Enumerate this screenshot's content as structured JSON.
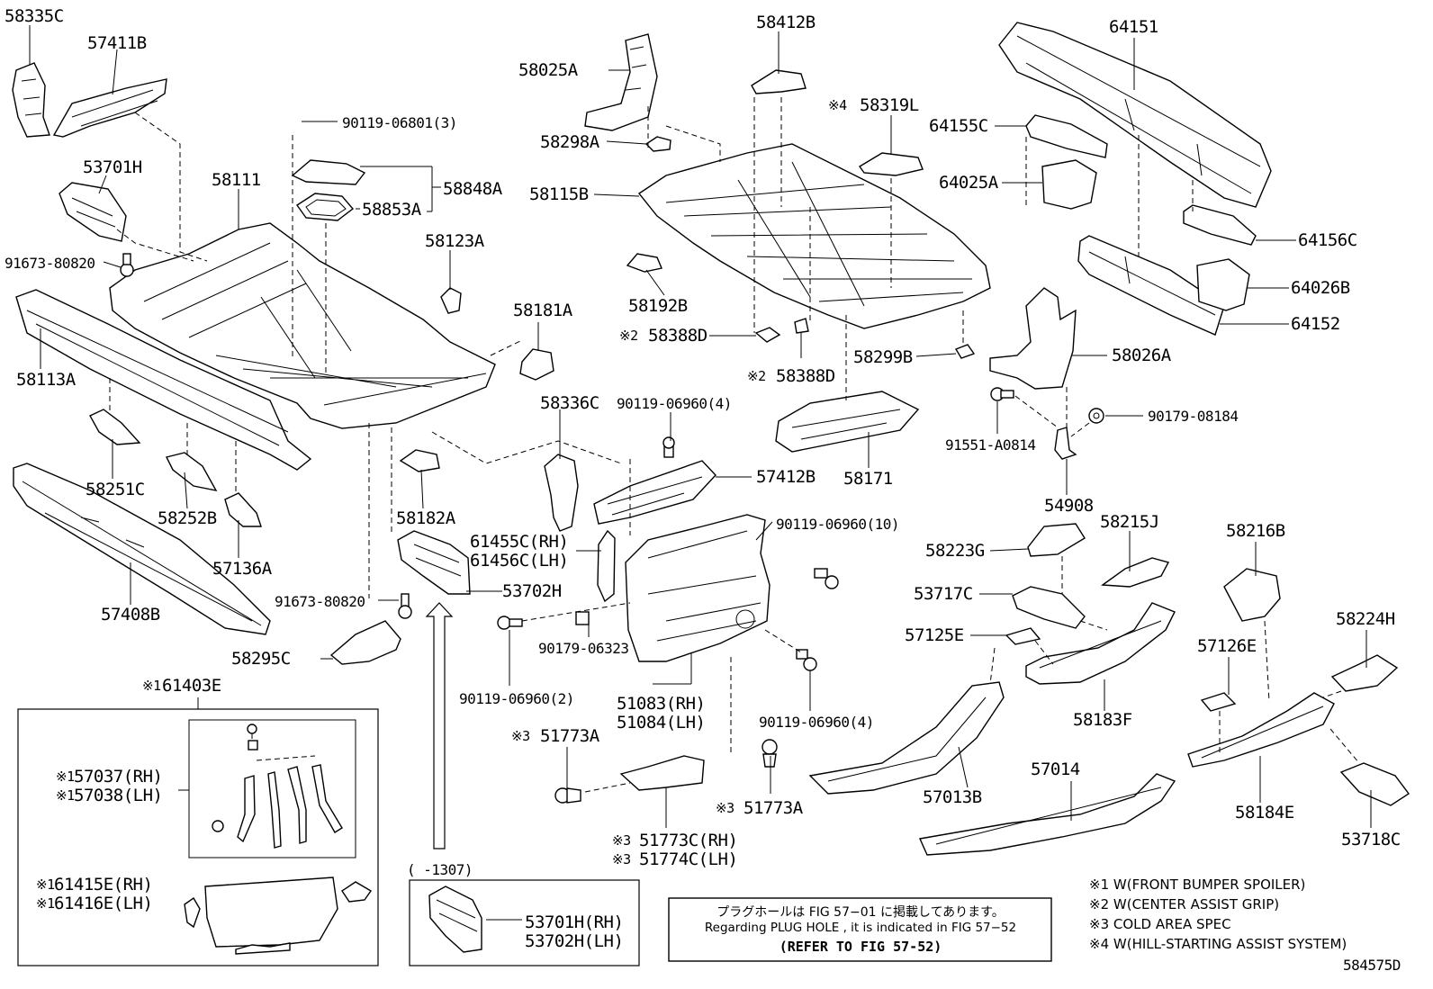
{
  "labels": {
    "l58335C": "58335C",
    "l57411B": "57411B",
    "l58025A": "58025A",
    "l58412B": "58412B",
    "l64151": "64151",
    "l90119_06801": "90119-06801(3)",
    "l58298A": "58298A",
    "l58319L": "58319L",
    "l64155C": "64155C",
    "l53701H": "53701H",
    "l58111": "58111",
    "l58848A": "58848A",
    "l58853A": "58853A",
    "l58115B": "58115B",
    "l64025A": "64025A",
    "l58123A": "58123A",
    "l91673_80820a": "91673-80820",
    "l64156C": "64156C",
    "l58192B": "58192B",
    "l64026B": "64026B",
    "l58181A": "58181A",
    "l58388Da": "58388D",
    "l64152": "64152",
    "l58113A": "58113A",
    "l58299B": "58299B",
    "l58026A": "58026A",
    "l58388Db": "58388D",
    "l58336C": "58336C",
    "l90119_06960_4a": "90119-06960(4)",
    "l90179_08184": "90179-08184",
    "l91551_A0814": "91551-A0814",
    "l58251C": "58251C",
    "l57412B": "57412B",
    "l58171": "58171",
    "l58252B": "58252B",
    "l58182A": "58182A",
    "l54908": "54908",
    "l61455C": "61455C(RH)",
    "l61456C": "61456C(LH)",
    "l90119_06960_10": "90119-06960(10)",
    "l58223G": "58223G",
    "l58215J": "58215J",
    "l58216B": "58216B",
    "l57136A": "57136A",
    "l53702H": "53702H",
    "l53717C": "53717C",
    "l57408B": "57408B",
    "l91673_80820b": "91673-80820",
    "l58224H": "58224H",
    "l57125E": "57125E",
    "l57126E": "57126E",
    "l58295C": "58295C",
    "l90179_06323": "90179-06323",
    "l61403E": "61403E",
    "l90119_06960_2": "90119-06960(2)",
    "l51083": "51083(RH)",
    "l51084": "51084(LH)",
    "l58183F": "58183F",
    "l90119_06960_4b": "90119-06960(4)",
    "l51773Aa": "51773A",
    "l57037": "57037(RH)",
    "l57038": "57038(LH)",
    "l57014": "57014",
    "l51773Ab": "51773A",
    "l57013B": "57013B",
    "l58184E": "58184E",
    "l53718C": "53718C",
    "l51773C": "51773C(RH)",
    "l51774C": "51774C(LH)",
    "l1307": "(     -1307)",
    "l61415E": "61415E(RH)",
    "l61416E": "61416E(LH)",
    "l53701H_RH": "53701H(RH)",
    "l53702H_LH": "53702H(LH)",
    "figno": "584575D"
  },
  "marks": {
    "m1": "※1",
    "m2": "※2",
    "m3": "※3",
    "m4": "※4"
  },
  "plug_box": {
    "line_jp": "プラグホールは FIG 57−01 に掲載してあります。",
    "line_en": "Regarding  PLUG  HOLE , it is indicated in FIG  57−52",
    "line_ref": "(REFER TO FIG 57-52)"
  },
  "notes": [
    "※1  W(FRONT BUMPER SPOILER)",
    "※2  W(CENTER ASSIST GRIP)",
    "※3  COLD AREA SPEC",
    "※4  W(HILL-STARTING ASSIST SYSTEM)"
  ]
}
